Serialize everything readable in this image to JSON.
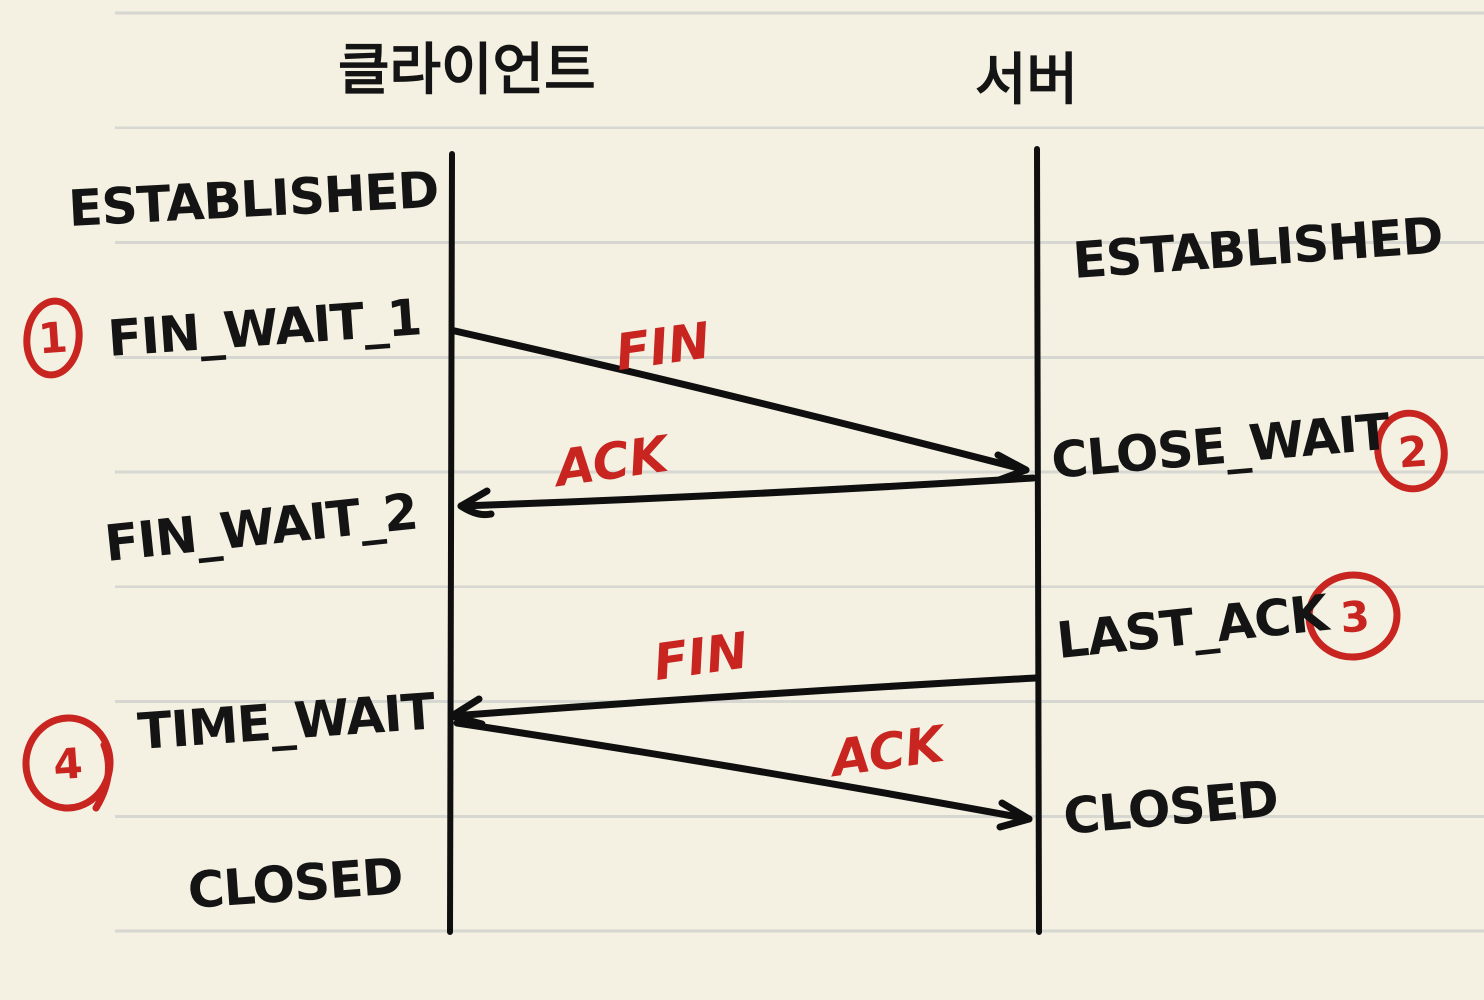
{
  "diagram_type": "sequence-diagram",
  "topic": "TCP 4-way handshake connection termination",
  "colors": {
    "background": "#f4f1e2",
    "ruled_line": "#d7d7d2",
    "ink_black": "#141414",
    "ink_red": "#c82420"
  },
  "headers": {
    "client": "클라이언트",
    "server": "서버"
  },
  "client": {
    "states": {
      "established": "ESTABLISHED",
      "fin_wait_1": "FIN_WAIT_1",
      "fin_wait_2": "FIN_WAIT_2",
      "time_wait": "TIME_WAIT",
      "closed": "CLOSED"
    }
  },
  "server": {
    "states": {
      "established": "ESTABLISHED",
      "close_wait": "CLOSE_WAIT",
      "last_ack": "LAST_ACK",
      "closed": "CLOSED"
    }
  },
  "messages": {
    "fin1": "FIN",
    "ack1": "ACK",
    "fin2": "FIN",
    "ack2": "ACK"
  },
  "steps": {
    "s1": "1",
    "s2": "2",
    "s3": "3",
    "s4": "4"
  }
}
